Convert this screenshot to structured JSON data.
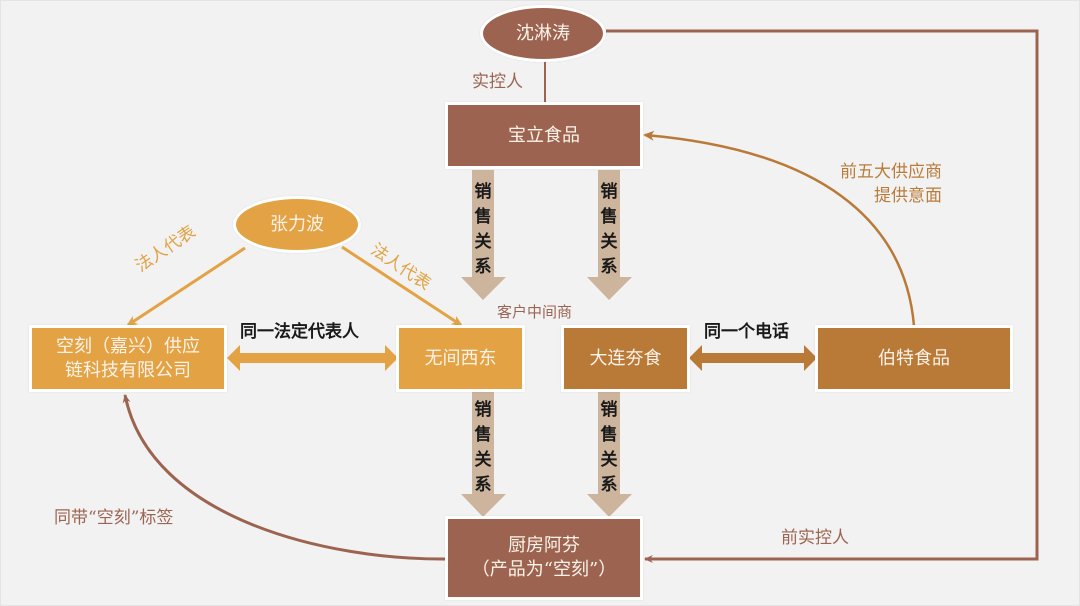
{
  "colors": {
    "background": "#f2f2f2",
    "brown": "#9c6450",
    "gold": "#e3a244",
    "copper": "#b97a38",
    "sales_arrow": "#cdb49c"
  },
  "nodes": {
    "shen": "沈淋涛",
    "baoli": "宝立食品",
    "zhang": "张力波",
    "kongke": "空刻（嘉兴）供应链科技有限公司",
    "kongke_line1": "空刻（嘉兴）供应",
    "kongke_line2": "链科技有限公司",
    "wujian": "无间西东",
    "dalian": "大连夯食",
    "bote": "伯特食品",
    "chufang_line1": "厨房阿芬",
    "chufang_line2": "（产品为“空刻”）"
  },
  "labels": {
    "actual_controller": "实控人",
    "legal_rep_left": "法人代表",
    "legal_rep_right": "法人代表",
    "same_legal_rep": "同一法定代表人",
    "customer_intermediary": "客户中间商",
    "same_phone": "同一个电话",
    "top5_line1": "前五大供应商",
    "top5_line2": "提供意面",
    "same_tag": "同带“空刻”标签",
    "former_controller": "前实控人",
    "sales_relation": "销售关系"
  }
}
